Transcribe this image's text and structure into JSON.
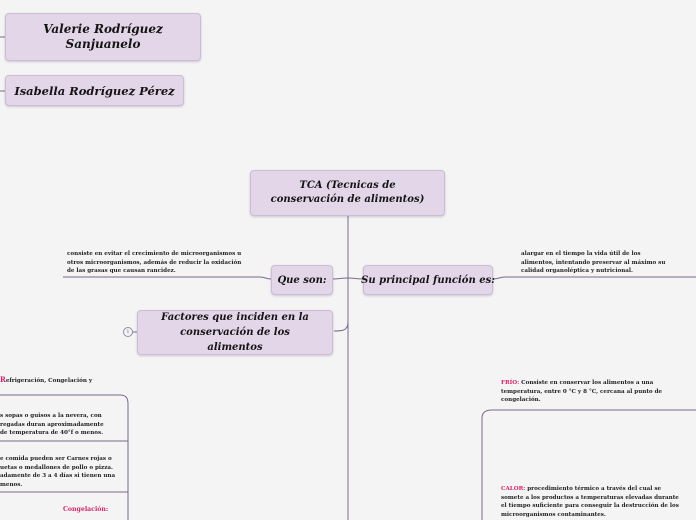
{
  "nodes": {
    "author1": "Valerie Rodríguez Sanjuanelo",
    "author2": "Isabella Rodríguez Pérez",
    "root": "TCA (Tecnicas de conservación de alimentos)",
    "que_son": "Que son:",
    "funcion": "Su principal función es:",
    "factores": "Factores que inciden en la conservación de los alimentos",
    "factores_badge": "1"
  },
  "notes": {
    "que_son": "consiste en evitar el crecimiento de microorganismos u otros microorganismos, además de reducir la oxidación de las grasas que causan rancidez.",
    "funcion": "alargar en el tiempo la vida útil de los alimentos, intentando preservar al máximo su calidad organoléptica y nutricional.",
    "tipos_prefix": "R",
    "tipos_rest": "efrigeración, Congelación y",
    "refrig_1": "s sopas o guisos a la nevera, con regadas duran aproximadamente de temperatura de 40°f o menos.",
    "refrig_2": "e comida pueden ser Carnes rojas o uetas o medallones de pollo o pizza. adamente de 3 a 4 días si tienen una menos.",
    "congelacion_label": "Congelación:",
    "frio_label": "FRÍO:",
    "frio_text": "Consiste en conservar los alimentos a una temperatura, entre 0 °C y 8 °C, cercana al punto de congelación.",
    "calor_label": "CALOR:",
    "calor_text": "procedimiento térmico a través del cual se somete a los productos a temperaturas elevadas durante el tiempo suficiente para conseguir la destrucción de los microorganismos contaminantes."
  },
  "colors": {
    "node_fill": "#e3d6e8",
    "node_border": "#cdbcd6",
    "line": "#7a6a8c",
    "highlight": "#d1246a",
    "background": "#f4f4f4"
  }
}
